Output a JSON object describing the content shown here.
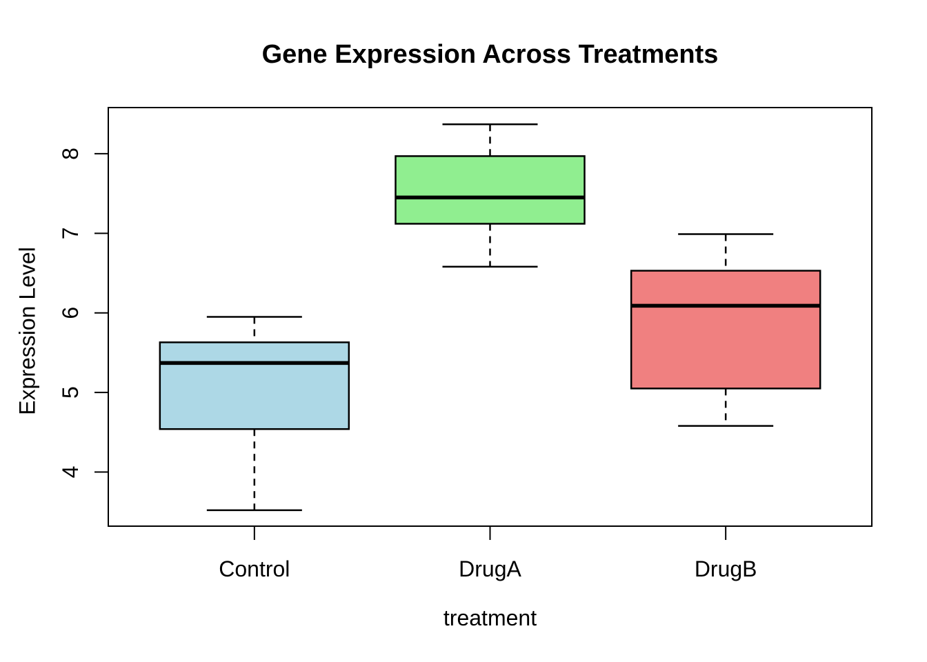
{
  "chart_data": {
    "type": "boxplot",
    "title": "Gene Expression Across Treatments",
    "xlabel": "treatment",
    "ylabel": "Expression Level",
    "categories": [
      "Control",
      "DrugA",
      "DrugB"
    ],
    "series": [
      {
        "name": "Control",
        "whisker_low": 3.52,
        "q1": 4.54,
        "median": 5.37,
        "q3": 5.63,
        "whisker_high": 5.95,
        "fill": "#ADD8E6"
      },
      {
        "name": "DrugA",
        "whisker_low": 6.58,
        "q1": 7.12,
        "median": 7.45,
        "q3": 7.97,
        "whisker_high": 8.37,
        "fill": "#90EE90"
      },
      {
        "name": "DrugB",
        "whisker_low": 4.58,
        "q1": 5.05,
        "median": 6.09,
        "q3": 6.53,
        "whisker_high": 6.99,
        "fill": "#F08080"
      }
    ],
    "y_ticks": [
      4,
      5,
      6,
      7,
      8
    ],
    "ylim": [
      3.32,
      8.58
    ],
    "grid": false,
    "legend": false,
    "colors": {
      "box_border": "#000000",
      "median_line": "#000000",
      "whisker": "#000000",
      "axis": "#000000",
      "background": "#FFFFFF"
    }
  }
}
